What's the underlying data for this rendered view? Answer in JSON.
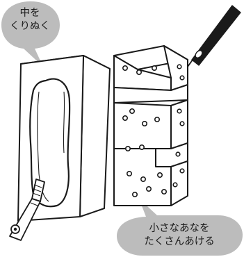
{
  "callouts": {
    "hollow_out": [
      "中を",
      "くりぬく"
    ],
    "drill_holes": [
      "小さなあなを",
      "たくさんあける"
    ]
  },
  "colors": {
    "bubble": "#bcbcbc",
    "outline": "#1a1a1a",
    "face": "#ffffff"
  },
  "icons": {
    "left_tool": "box-cutter-knife",
    "right_tool": "awl-pick"
  }
}
